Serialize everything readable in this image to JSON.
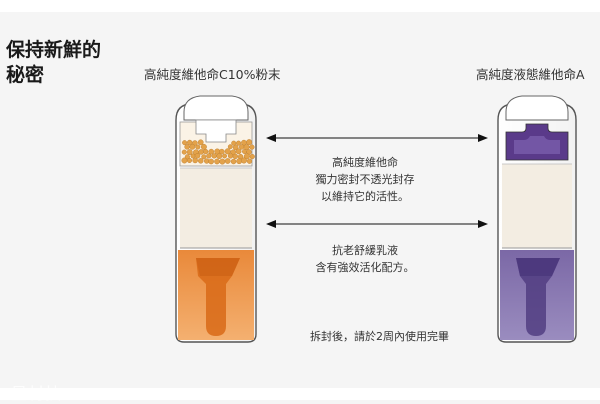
{
  "headline": "保持新鮮的秘密",
  "left_vial": {
    "label": "高純度維他命C10%粉末",
    "colors": {
      "powder": "#e3a24a",
      "liquid": "#f0a050",
      "liquid_dark": "#e07a20"
    }
  },
  "right_vial": {
    "label": "高純度液態維他命A",
    "colors": {
      "cap": "#5a3a8a",
      "liquid": "#8a78b2",
      "liquid_dark": "#5a4488"
    }
  },
  "captions": [
    {
      "lines": [
        "高純度維他命",
        "獨力密封不透光封存",
        "以維持它的活性。"
      ]
    },
    {
      "lines": [
        "抗老舒緩乳液",
        "含有強效活化配方。"
      ]
    }
  ],
  "footnote": "拆封後，請於2周內使用完畢",
  "watermark": "ｅ星材技"
}
